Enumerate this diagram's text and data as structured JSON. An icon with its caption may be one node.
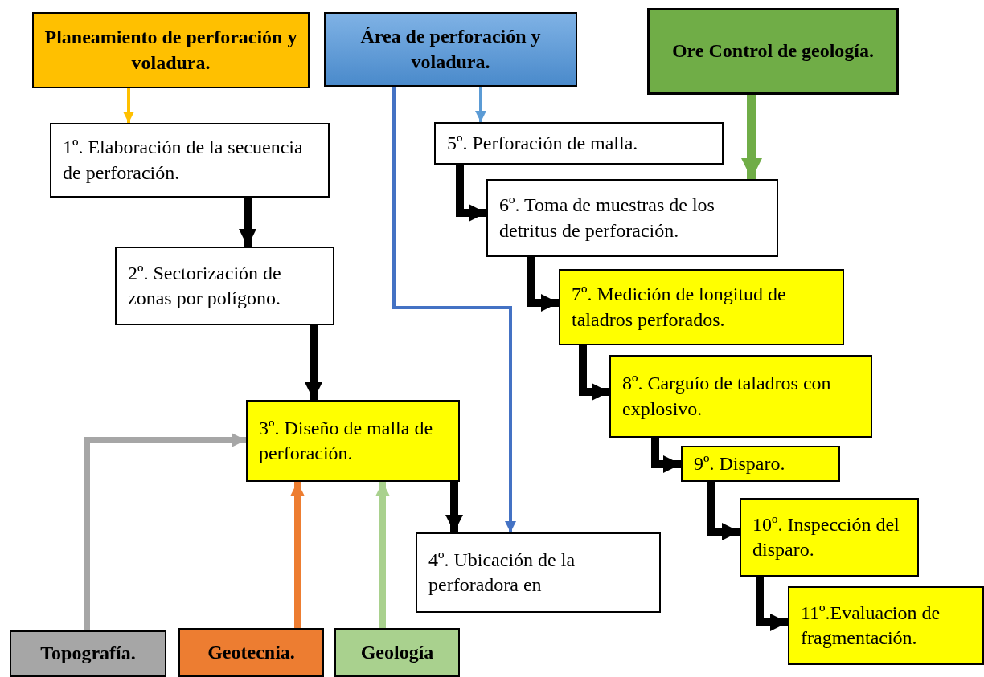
{
  "diagram": {
    "nodes": [
      {
        "text": [
          "Planeamiento de perforación y voladura."
        ]
      },
      {
        "text": [
          "Área de perforación y voladura."
        ]
      },
      {
        "text": [
          "Ore Control de geología."
        ]
      },
      {
        "text": [
          "1º. Elaboración de la secuencia de perforación."
        ]
      },
      {
        "text": [
          "2º. Sectorización de zonas por polígono."
        ]
      },
      {
        "text": [
          "3º. Diseño de malla de perforación."
        ]
      },
      {
        "text": [
          "4º. Ubicación de la perforadora en"
        ]
      },
      {
        "text": [
          "5º. Perforación de malla."
        ]
      },
      {
        "text": [
          "6º. Toma de muestras de los detritus de perforación."
        ]
      },
      {
        "text": [
          "7º. Medición de longitud de taladros perforados."
        ]
      },
      {
        "text": [
          "8º. Carguío de taladros con explosivo."
        ]
      },
      {
        "text": [
          "9º. Disparo."
        ]
      },
      {
        "text": [
          "10º. Inspección del disparo."
        ]
      },
      {
        "text": [
          "11º.Evaluacion de fragmentación."
        ]
      },
      {
        "text": [
          "Topografía."
        ]
      },
      {
        "text": [
          "Geotecnia."
        ]
      },
      {
        "text": [
          "Geología"
        ]
      }
    ],
    "edges": [
      {
        "from": 0,
        "to": 3,
        "arrow": "to",
        "color": "#ffc000"
      },
      {
        "from": 1,
        "to": 7,
        "arrow": "to",
        "color": "#5b9bd5"
      },
      {
        "from": 2,
        "to": 8,
        "arrow": "to",
        "color": "#70ad47"
      },
      {
        "from": 3,
        "to": 4,
        "arrow": "to"
      },
      {
        "from": 4,
        "to": 5,
        "arrow": "to"
      },
      {
        "from": 5,
        "to": 6,
        "arrow": "to"
      },
      {
        "from": 1,
        "to": 6,
        "arrow": "to",
        "color": "#4472c4"
      },
      {
        "from": 7,
        "to": 8,
        "arrow": "to"
      },
      {
        "from": 8,
        "to": 9,
        "arrow": "to"
      },
      {
        "from": 9,
        "to": 10,
        "arrow": "to"
      },
      {
        "from": 10,
        "to": 11,
        "arrow": "to"
      },
      {
        "from": 11,
        "to": 12,
        "arrow": "to"
      },
      {
        "from": 12,
        "to": 13,
        "arrow": "to"
      },
      {
        "from": 14,
        "to": 5,
        "arrow": "to",
        "color": "#a6a6a6"
      },
      {
        "from": 15,
        "to": 5,
        "arrow": "to",
        "color": "#ed7d31"
      },
      {
        "from": 16,
        "to": 5,
        "arrow": "to",
        "color": "#a9d18e"
      }
    ]
  }
}
